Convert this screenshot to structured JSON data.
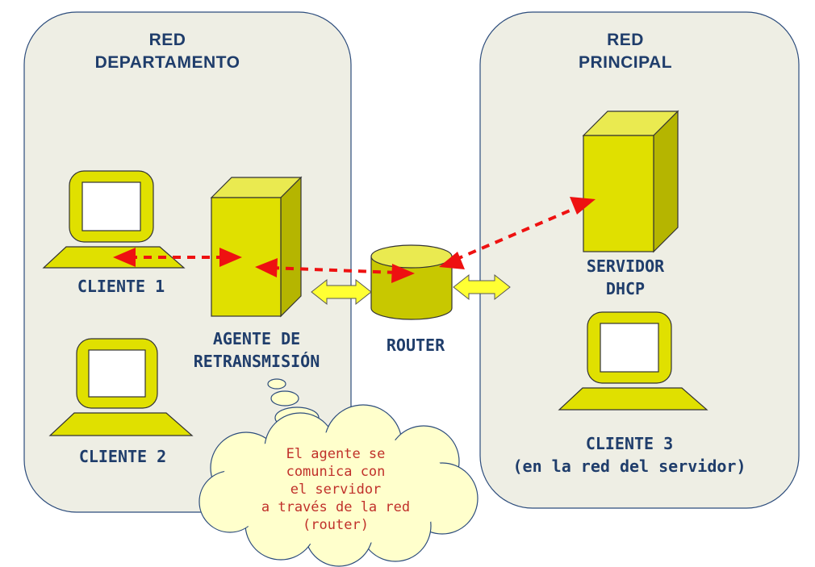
{
  "zones": {
    "department": {
      "title_line1": "RED",
      "title_line2": "DEPARTAMENTO"
    },
    "main": {
      "title_line1": "RED",
      "title_line2": "PRINCIPAL"
    }
  },
  "nodes": {
    "client1": "CLIENTE 1",
    "client2": "CLIENTE 2",
    "agent": {
      "line1": "AGENTE DE",
      "line2": "RETRANSMISIÓN"
    },
    "router": "ROUTER",
    "server": {
      "line1": "SERVIDOR",
      "line2": "DHCP"
    },
    "client3": {
      "line1": "CLIENTE 3",
      "line2": "(en la red del servidor)"
    }
  },
  "note": {
    "line1": "El agente se",
    "line2": "comunica con",
    "line3": "el servidor",
    "line4": "a través de la red",
    "line5": "(router)"
  },
  "colors": {
    "zone_fill": "#eeeee4",
    "zone_stroke": "#2c4c7c",
    "device_yellow": "#e0e000",
    "device_dark": "#b5b500",
    "device_top": "#eaea50",
    "screen": "#ffffff",
    "arrow_red": "#ee1111",
    "link_arrow": "#ffff33",
    "text_blue": "#1f3d6b",
    "cloud_fill": "#ffffcc",
    "cloud_text": "#c0302a"
  }
}
